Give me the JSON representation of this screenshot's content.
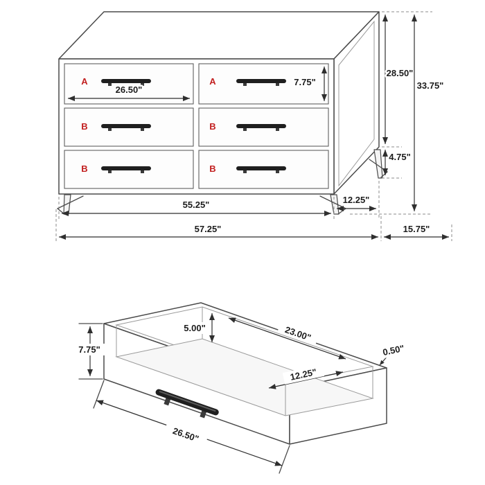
{
  "diagram": {
    "kind": "furniture dimension diagram",
    "subject": "6-drawer dresser with drawer detail"
  },
  "colors": {
    "line": "#4a4a4a",
    "dimension": "#2f2f2f",
    "accent_red": "#c21f1f",
    "background": "#ffffff"
  },
  "dresser_view": {
    "drawer_letters": {
      "top_left": "A",
      "top_right": "A",
      "mid_left": "B",
      "mid_right": "B",
      "bottom_left": "B",
      "bottom_right": "B"
    },
    "dims": {
      "drawer_front_width": "26.50\"",
      "drawer_front_height": "7.75\"",
      "case_height": "28.50\"",
      "overall_height": "33.75\"",
      "leg_height": "4.75\"",
      "front_width": "55.25\"",
      "side_depth_offset": "12.25\"",
      "overall_width": "57.25\"",
      "overall_depth": "15.75\""
    }
  },
  "drawer_view": {
    "dims": {
      "front_height": "7.75\"",
      "interior_height": "5.00\"",
      "interior_width": "23.00\"",
      "interior_depth": "12.25\"",
      "panel_thickness": "0.50\"",
      "front_width": "26.50\""
    }
  }
}
